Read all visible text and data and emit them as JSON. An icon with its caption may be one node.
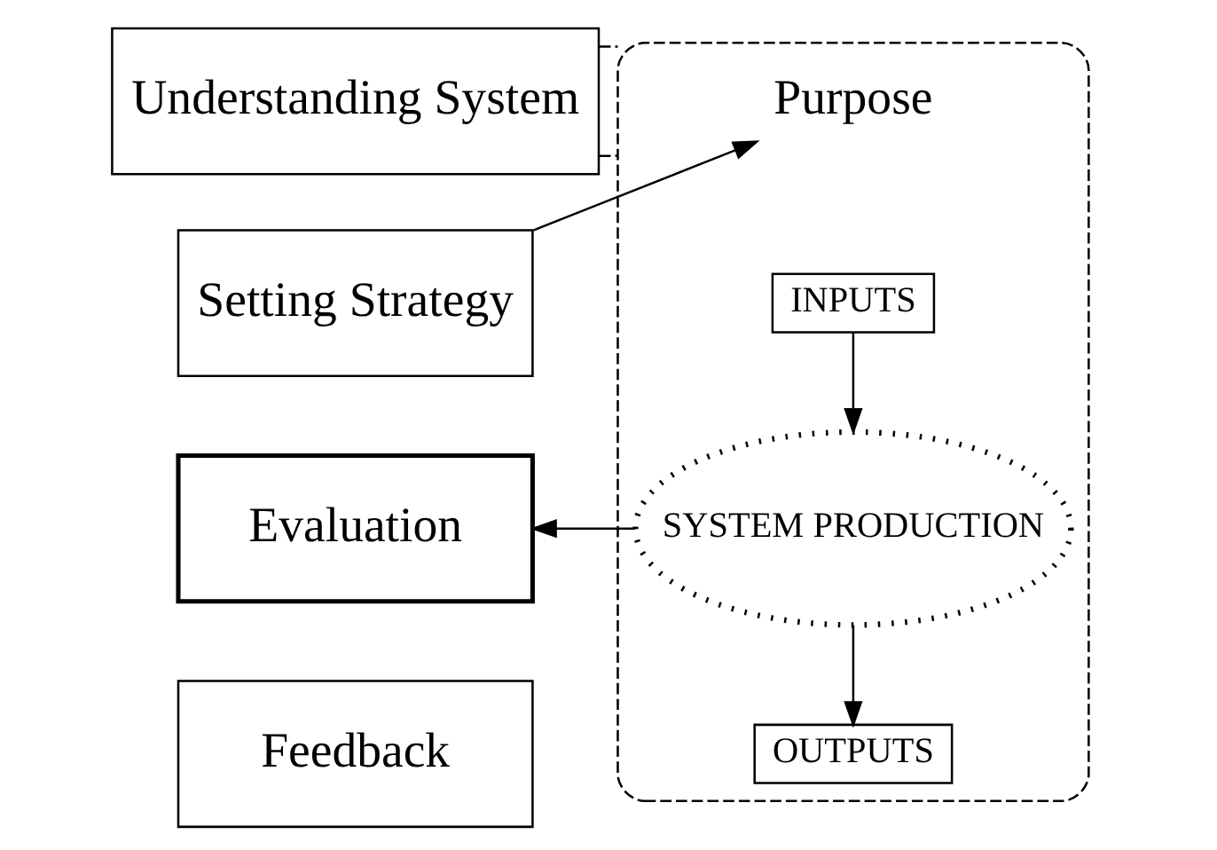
{
  "diagram": {
    "nodes": [
      {
        "text": [
          "Understanding System"
        ]
      },
      {
        "text": [
          "Setting Strategy"
        ]
      },
      {
        "text": [
          "Evaluation"
        ]
      },
      {
        "text": [
          "Feedback"
        ]
      },
      {
        "text": [],
        "shape": "box"
      },
      {
        "text": [
          "Purpose"
        ],
        "in": 4
      },
      {
        "text": [
          "INPUTS"
        ],
        "in": 4
      },
      {
        "text": [
          "SYSTEM PRODUCTION"
        ],
        "in": 4
      },
      {
        "text": [
          "OUTPUTS"
        ],
        "in": 4
      }
    ],
    "edges": [
      {
        "from": 0,
        "to": 4,
        "arrow": "none",
        "style": "dashed"
      },
      {
        "from": 0,
        "to": 4,
        "arrow": "none",
        "style": "dashed"
      },
      {
        "from": 1,
        "to": 5,
        "arrow": "to"
      },
      {
        "from": 6,
        "to": 7,
        "arrow": "to"
      },
      {
        "from": 7,
        "to": 8,
        "arrow": "to"
      },
      {
        "from": 7,
        "to": 2,
        "arrow": "to"
      }
    ]
  }
}
